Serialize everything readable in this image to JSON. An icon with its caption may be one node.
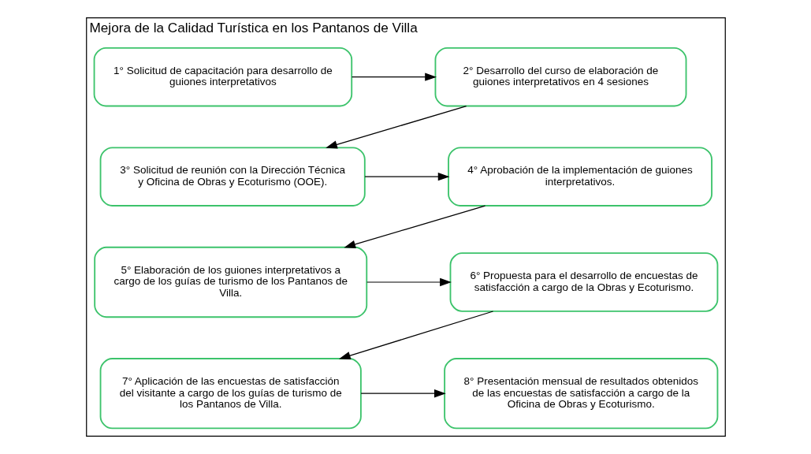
{
  "diagram": {
    "nodes": [
      {
        "text": [
          "Mejora de la Calidad Turística en los Pantanos de Villa"
        ]
      },
      {
        "text": [
          "1° Solicitud de capacitación para desarrollo de guiones interpretativos"
        ],
        "in": 0
      },
      {
        "text": [
          "2° Desarrollo del curso de elaboración de guiones interpretativos en 4 sesiones"
        ],
        "in": 0
      },
      {
        "text": [
          "3° Solicitud de reunión con la Dirección Técnica y Oficina de Obras y Ecoturismo (OOE)."
        ],
        "in": 0
      },
      {
        "text": [
          "4° Aprobación de la implementación de guiones interpretativos."
        ],
        "in": 0
      },
      {
        "text": [
          "5° Elaboración de los guiones interpretativos a cargo de los guías de turismo de los Pantanos de Villa."
        ],
        "in": 0
      },
      {
        "text": [
          "6° Propuesta para el desarrollo de encuestas de satisfacción a cargo de la Obras y Ecoturismo."
        ],
        "in": 0
      },
      {
        "text": [
          "7° Aplicación de las encuestas de satisfacción del visitante a cargo de los guías de turismo de los Pantanos de Villa."
        ],
        "in": 0
      },
      {
        "text": [
          "8° Presentación mensual de resultados obtenidos de las encuestas de satisfacción a cargo de la Oficina de Obras y Ecoturismo."
        ],
        "in": 0
      }
    ],
    "edges": [
      {
        "from": 1,
        "to": 2,
        "arrow": "to"
      },
      {
        "from": 2,
        "to": 3,
        "arrow": "to"
      },
      {
        "from": 3,
        "to": 4,
        "arrow": "to"
      },
      {
        "from": 4,
        "to": 5,
        "arrow": "to"
      },
      {
        "from": 5,
        "to": 6,
        "arrow": "to"
      },
      {
        "from": 6,
        "to": 7,
        "arrow": "to"
      },
      {
        "from": 7,
        "to": 8,
        "arrow": "to"
      }
    ]
  }
}
